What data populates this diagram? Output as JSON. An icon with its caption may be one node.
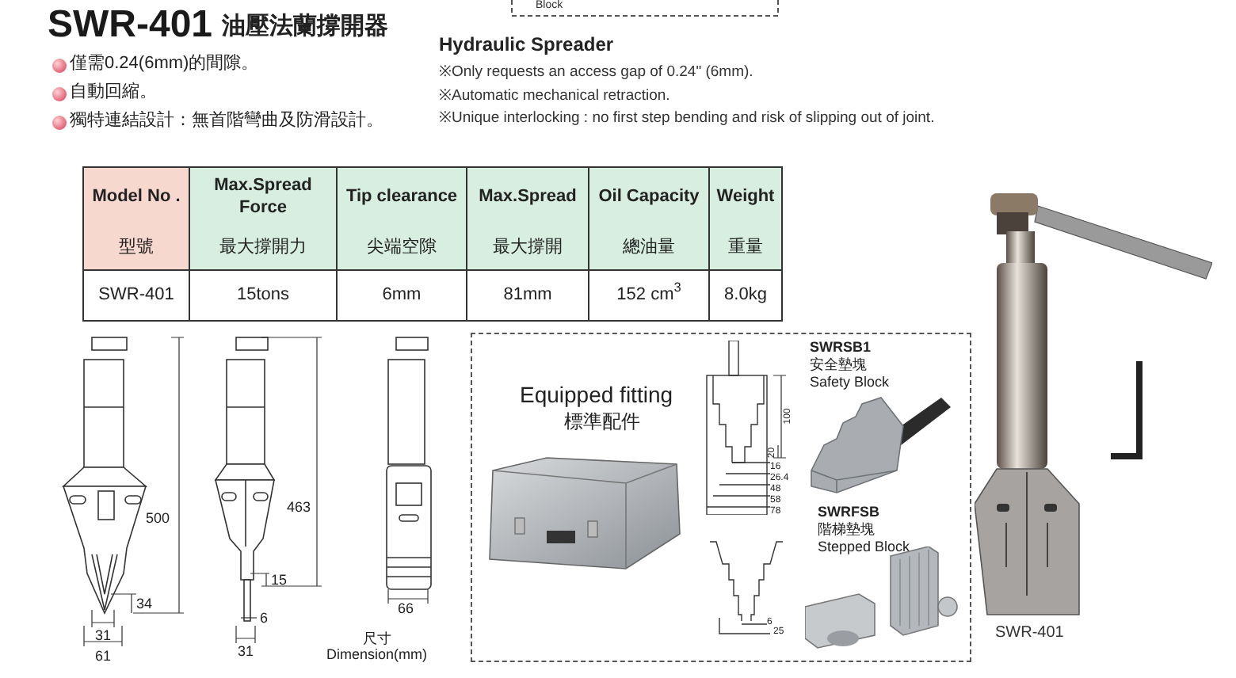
{
  "diagram": {
    "title": "SWR-401",
    "nodes": [
      {
        "text": [
          "Equipped fitting",
          "標準配件"
        ]
      }
    ],
    "labels": [
      "Block",
      "油壓法蘭撐開器",
      "僅需0.24(6mm)的間隙。",
      "自動回縮。",
      "獨特連結設計：無首階彎曲及防滑設計。",
      "Hydraulic Spreader",
      "※Only requests an access gap of 0.24\" (6mm).",
      "※Automatic mechanical retraction.",
      "※Unique interlocking : no first step bending and risk of slipping out of joint.",
      "Model No .",
      "Max.Spread Force",
      "Tip clearance",
      "Max.Spread",
      "Oil Capacity",
      "Weight",
      "型號",
      "最大撐開力",
      "尖端空隙",
      "最大撐開",
      "總油量",
      "重量",
      "SWR-401",
      "15tons",
      "6mm",
      "81mm",
      "152 cm$^{3}$",
      "8.0kg",
      "500",
      "34",
      "31",
      "61",
      "463",
      "15",
      "6",
      "31",
      "66",
      "尺寸",
      "Dimension(mm)",
      "100",
      "20",
      "16",
      "26.4",
      "48",
      "58",
      "78",
      "6",
      "25",
      "SWRSB1",
      "安全墊塊",
      "Safety Block",
      "SWRFSB",
      "階梯墊塊",
      "Stepped Block",
      "SWR-401"
    ]
  }
}
